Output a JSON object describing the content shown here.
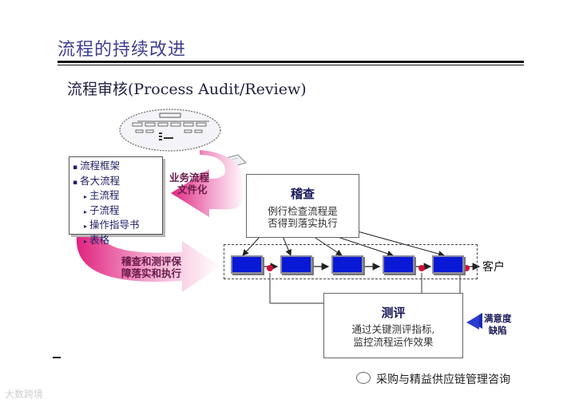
{
  "header": {
    "title": "流程的持续改进",
    "subtitle": "流程审核(Process Audit/Review)"
  },
  "left_panel": {
    "items": [
      {
        "text": "流程框架",
        "level": 1
      },
      {
        "text": "各大流程",
        "level": 1
      },
      {
        "text": "主流程",
        "level": 2
      },
      {
        "text": "子流程",
        "level": 2
      },
      {
        "text": "操作指导书",
        "level": 2
      },
      {
        "text": "表格",
        "level": 2
      }
    ]
  },
  "arrows": {
    "documentation": [
      "业务流程",
      "文件化"
    ],
    "execution": [
      "稽查和测评保",
      "障落实和执行"
    ]
  },
  "audit": {
    "title": "稽查",
    "desc": [
      "例行检查流程是",
      "否得到落实执行"
    ]
  },
  "measure": {
    "title": "测评",
    "desc": [
      "通过关键测评指标,",
      "监控流程运作效果"
    ]
  },
  "flow": {
    "customer": "客户",
    "step_color": "#0a19d6",
    "marker_color": "#d0103a"
  },
  "satisfaction": [
    "满意度",
    "缺陷"
  ],
  "colors": {
    "arrow_pink": "#e33a8e",
    "title": "#3e3e8e"
  },
  "footer": {
    "wechat": "采购与精益供应链管理咨询",
    "watermark": "大数跨境"
  }
}
